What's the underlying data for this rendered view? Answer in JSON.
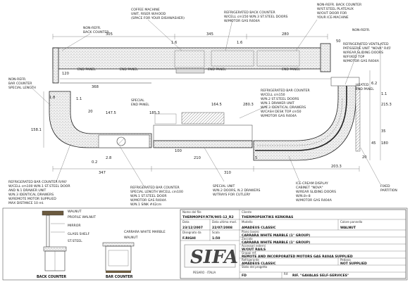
{
  "plan": {
    "labels": {
      "coffee_machine": [
        "COFFEE MACHINE",
        "UNIT, RISER W/HOOD",
        "(SPACE FOR YOUR DISHWASHER)"
      ],
      "refrig_back_counter": [
        "REFRIGERATED BACK COUNTER",
        "W/CELL cm150 W/N.3 ST.STEEL DOORS",
        "W/MOTOR GAS R404A"
      ],
      "steel_shelves": [
        "W/ST.STEEL PLATEAUX",
        "W/OUT DOOR FOR",
        "YOUR ICE-MACHINE"
      ],
      "nonrefr_back_left": [
        "NON-REFR.",
        "BACK COUNTER"
      ],
      "nonrefr_back_right": [
        "NON-REFR. BACK COUNTER"
      ],
      "nonrefr_right": [
        "NON-REFR."
      ],
      "patisserie": [
        "REFRIGERATED VENTILATED",
        "PATISSERIE UNIT \"NOVA\" R45'",
        "W/REAR SLIDING DOORS",
        "W/FIXED TOP",
        "W/MOTOR GAS R404A"
      ],
      "nonrefr_bar_special": [
        "NON-REFR.",
        "BAR COUNTER",
        "SPECIAL LENGTH"
      ],
      "refrig_bar_150": [
        "REFRIGERATED BAR COUNTER",
        "W/CELL cm150",
        "W/N.2 ST.STEEL DOORS",
        "W/N.1 DRAWER UNIT",
        "W/N.3 IDENTICAL DRAWERS",
        "W/CASH DESK TOP cm50",
        "W/MOTOR GAS R404A"
      ],
      "heated_end_panel": [
        "HEATED",
        "END PANEL"
      ],
      "special_end_panel": [
        "SPECIAL",
        "END PANEL"
      ],
      "end_panels": [
        "END PANEL",
        "END PANEL",
        "END PANEL",
        "END PANEL"
      ],
      "refrig_bar_90": [
        "REFRIGERATED BAR COUNTER R/90'",
        "W/CELL cm100 W/N.1 ST.STEEL DOOR",
        "AND N.1 DRAWER UNIT",
        "W/N.3 IDENTICAL DRAWERS",
        "W/REMOTE MOTOR SUPPLIED",
        "MAX DISTANCE 10 ml."
      ],
      "refrig_bar_special": [
        "REFRIGERATED BAR COUNTER",
        "SPECIAL LENGTH W/CELL cm100",
        "W/N.1 ST.STEEL DOOR",
        "W/MOTOR GAS R404A",
        "W/N.1 SINK #42cm"
      ],
      "special_unit": [
        "SPECIAL UNIT",
        "W/N.2 DOORS, N.2 DRAWERS",
        "W/TRAYS FOR CUTLERY"
      ],
      "ice_cream": [
        "ICE-CREAM DISPLAY",
        "CABINET \"NOVA\"",
        "W/REAR SLIDING DOORS",
        "W/N.8+8",
        "W/MOTOR GAS R404A"
      ],
      "fixed_partition": [
        "FIXED",
        "PARTITION"
      ]
    },
    "dimensions": {
      "top": [
        "305",
        "345",
        "280",
        "1.6",
        "1.6",
        "50"
      ],
      "mid": [
        "368",
        "120",
        "1.8",
        "1.1",
        "20",
        "147.5",
        "185.3",
        "164.5",
        "280.3",
        "215.3",
        "6.2",
        "1.1"
      ],
      "bottom": [
        "158.1",
        "0.2",
        "347",
        "2.8",
        "100",
        "210",
        "310",
        "5",
        "203.3",
        "45",
        "180",
        "20",
        "35"
      ]
    }
  },
  "title_block": {
    "file_label": "Nome del file",
    "file_value": "THERMOPSY/KTK/905-12_R2",
    "client_label": "Cliente",
    "client_value": "THERMOPSIKTIKS KERKIRAS",
    "date_label": "Data",
    "date_value": "23/12/2007",
    "mod_label": "Data ultima mod.",
    "mod_value": "22/07/2008",
    "model_label": "Modello",
    "model_value": "AMADEUS CLASSIC",
    "panel_color_label": "Colore pannello",
    "panel_color_value": "WALNUT",
    "drawing_label": "Disegnato da",
    "drawing_value": "F.RIGHI",
    "scale_label": "Scala",
    "scale_value": "1:50",
    "top_label": "Piano lavoro",
    "top_value": "CARRARA WHITE MARBLE (1° GROUP)",
    "plinth_label": "Zoccolo",
    "plinth_value": "CARRARA WHITE MARBLE (1° GROUP)",
    "acc_label": "Accessori esterni",
    "acc_value": "W/OUT RAILS",
    "groups_label": "Gruppi ref.",
    "groups_value": "REMOTE AND INCORPORATED MOTORS GAS R404A SUPPLIED",
    "fridge_label": "Refrigerante",
    "fridge_value": "AMADEUS CLASSIC",
    "pedana_label": "Pedana",
    "pedana_value": "NOT SUPPLIED",
    "state_label": "Stato del progetto",
    "state_value": "FD",
    "ref_label": "Rif.",
    "ref_value": "RIF. \"GAVALAS SELF-SERVICES\"",
    "logo": "SIFA",
    "logo_sub": "PESARO · ITALIA"
  },
  "section_left": {
    "title": "BACK COUNTER",
    "labels": [
      "WALNUT",
      "PROFILE WALNUT",
      "MIRROR",
      "GLASS SHELF",
      "ST.STEEL"
    ]
  },
  "section_right": {
    "title": "BAR COUNTER",
    "labels": [
      "CARRARA WHITE MARBLE",
      "WALNUT"
    ]
  }
}
